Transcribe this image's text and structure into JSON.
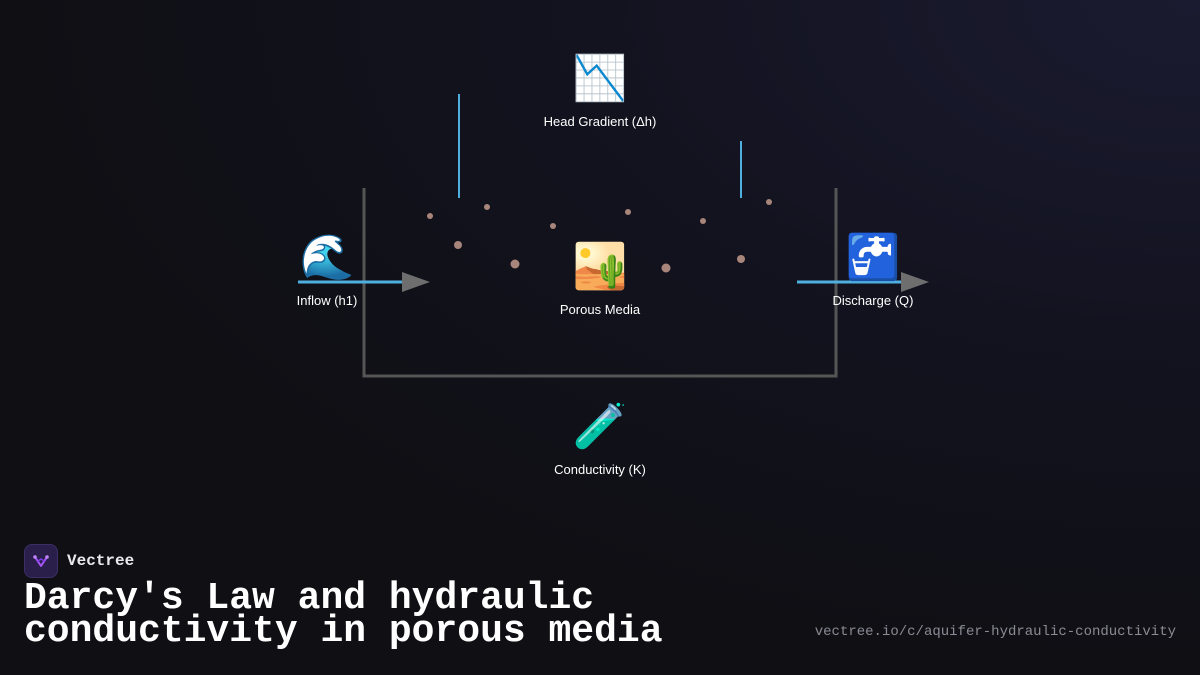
{
  "diagram": {
    "nodes": {
      "gradient": {
        "icon": "chart-decreasing-icon",
        "glyph": "📉",
        "label": "Head Gradient (Δh)"
      },
      "inflow": {
        "icon": "water-wave-icon",
        "glyph": "🌊",
        "label": "Inflow (h1)"
      },
      "media": {
        "icon": "desert-icon",
        "glyph": "🏜️",
        "label": "Porous Media"
      },
      "discharge": {
        "icon": "faucet-icon",
        "glyph": "🚰",
        "label": "Discharge (Q)"
      },
      "conductivity": {
        "icon": "test-tube-icon",
        "glyph": "🧪",
        "label": "Conductivity (K)"
      }
    },
    "colors": {
      "flow": "#4fb0e0",
      "tank": "#555555",
      "grain": "#a8857a",
      "arrowhead": "#6e6e6e"
    }
  },
  "brand": {
    "name": "Vectree",
    "logo_icon": "vectree-logo-icon"
  },
  "title": "Darcy's Law and hydraulic conductivity in porous media",
  "url": "vectree.io/c/aquifer-hydraulic-conductivity"
}
